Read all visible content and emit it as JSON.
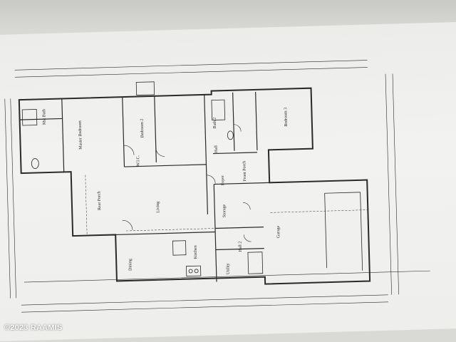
{
  "rooms": {
    "master_bath": "Mst Bath",
    "master_bedroom": "Master Bedroom",
    "bedroom_2": "Bedroom 2",
    "bath_2": "Bath 2",
    "hall": "Hall",
    "bedroom_3": "Bedroom 3",
    "rear_porch": "Rear Porch",
    "living": "Living",
    "foyer": "Foyer",
    "front_porch": "Front Porch",
    "storage": "Storage",
    "garage": "Garage",
    "dining": "Dining",
    "kitchen": "Kitchen",
    "utility": "Utility",
    "hall_2": "Hall 2",
    "walk_in_closet": "W.I.C."
  },
  "watermark": "©2023 RAAMIS",
  "colors": {
    "line": "#2a2a2a",
    "paper": "#efefed",
    "background": "#d9d9d6"
  }
}
